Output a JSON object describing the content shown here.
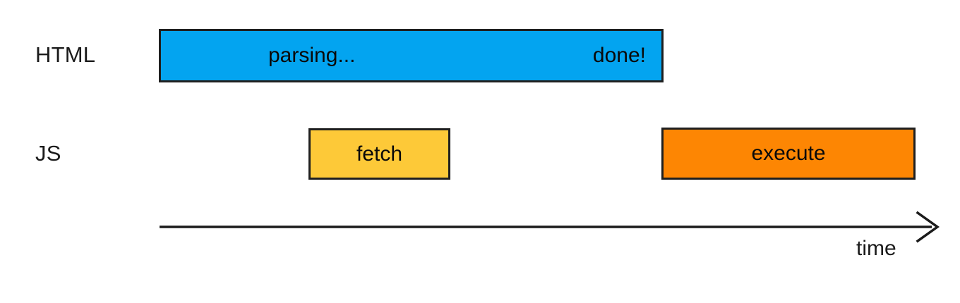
{
  "diagram": {
    "title": "html-parsing-and-javascript-execution-timeline",
    "background_color": "#ffffff",
    "stroke_color": "#1f1f1f",
    "rows": [
      {
        "label": "HTML",
        "bars": [
          {
            "name": "html-parsing-bar",
            "color": "#03A4F0",
            "text_left": "parsing...",
            "text_right": "done!"
          }
        ]
      },
      {
        "label": "JS",
        "bars": [
          {
            "name": "js-fetch-bar",
            "color": "#FDC938",
            "text": "fetch"
          },
          {
            "name": "js-execute-bar",
            "color": "#FD8603",
            "text": "execute"
          }
        ]
      }
    ],
    "axis": {
      "label": "time",
      "arrow": "arrow-right-icon",
      "color": "#1b1b1b"
    }
  }
}
